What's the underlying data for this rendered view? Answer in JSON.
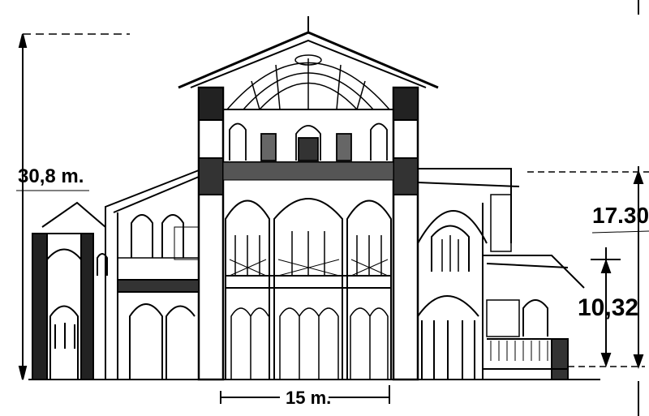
{
  "drawing": {
    "dimensions": {
      "total_height": "30,8 m.",
      "nave_height": "17.30",
      "aisle_height": "10,32",
      "scale_width": "15 m."
    }
  },
  "colors": {
    "ink": "#000000",
    "paper": "#ffffff"
  }
}
